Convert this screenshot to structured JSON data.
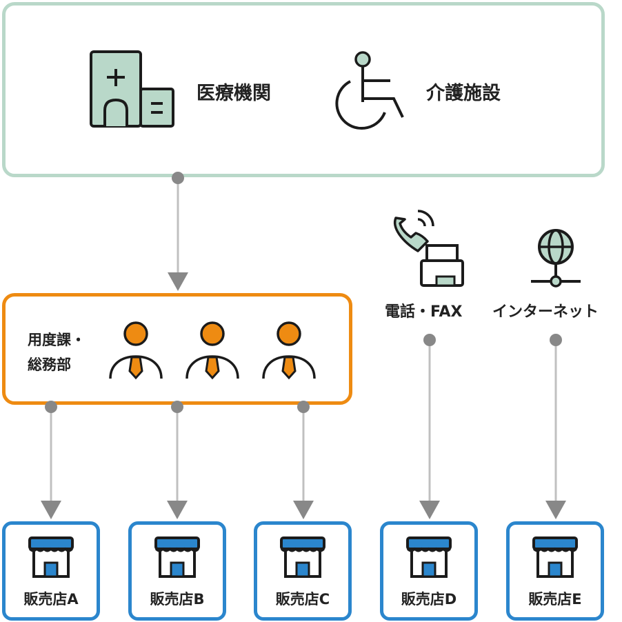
{
  "institutions": {
    "medical_label": "医療機関",
    "medical_icon": "hospital-icon",
    "care_label": "介護施設",
    "care_icon": "wheelchair-icon"
  },
  "department": {
    "label_line1": "用度課・",
    "label_line2": "総務部",
    "person_icon": "person-with-tie-icon"
  },
  "channels": {
    "phone_fax_label": "電話・FAX",
    "phone_fax_icon": "phone-fax-icon",
    "internet_label": "インターネット",
    "internet_icon": "globe-network-icon"
  },
  "stores": [
    {
      "label": "販売店A"
    },
    {
      "label": "販売店B"
    },
    {
      "label": "販売店C"
    },
    {
      "label": "販売店D"
    },
    {
      "label": "販売店E"
    }
  ],
  "colors": {
    "institution_border": "#b9d8c9",
    "department_border": "#ee8b12",
    "store_border": "#2b86cd",
    "arrow": "#888888",
    "line": "#c0c0c0",
    "icon_green": "#b9d8c9",
    "icon_orange": "#ee8b12",
    "icon_blue": "#2b86cd"
  }
}
